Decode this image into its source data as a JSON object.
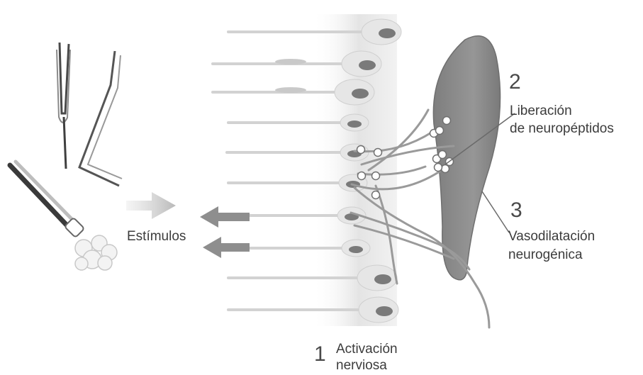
{
  "labels": {
    "stimuli": "Estímulos",
    "step1": {
      "number": "1",
      "line1": "Activación",
      "line2": "nerviosa"
    },
    "step2": {
      "number": "2",
      "line1": "Liberación",
      "line2": "de neuropéptidos"
    },
    "step3": {
      "number": "3",
      "line1": "Vasodilatación",
      "line2": "neurogénica"
    }
  },
  "colors": {
    "vessel": "#8c8c8c",
    "neuron_cell": "#e6e6e6",
    "nucleus": "#7a7a7a",
    "fiber": "#9a9a9a",
    "arrow": "#9c9c9c",
    "text": "#3c3c3c"
  }
}
